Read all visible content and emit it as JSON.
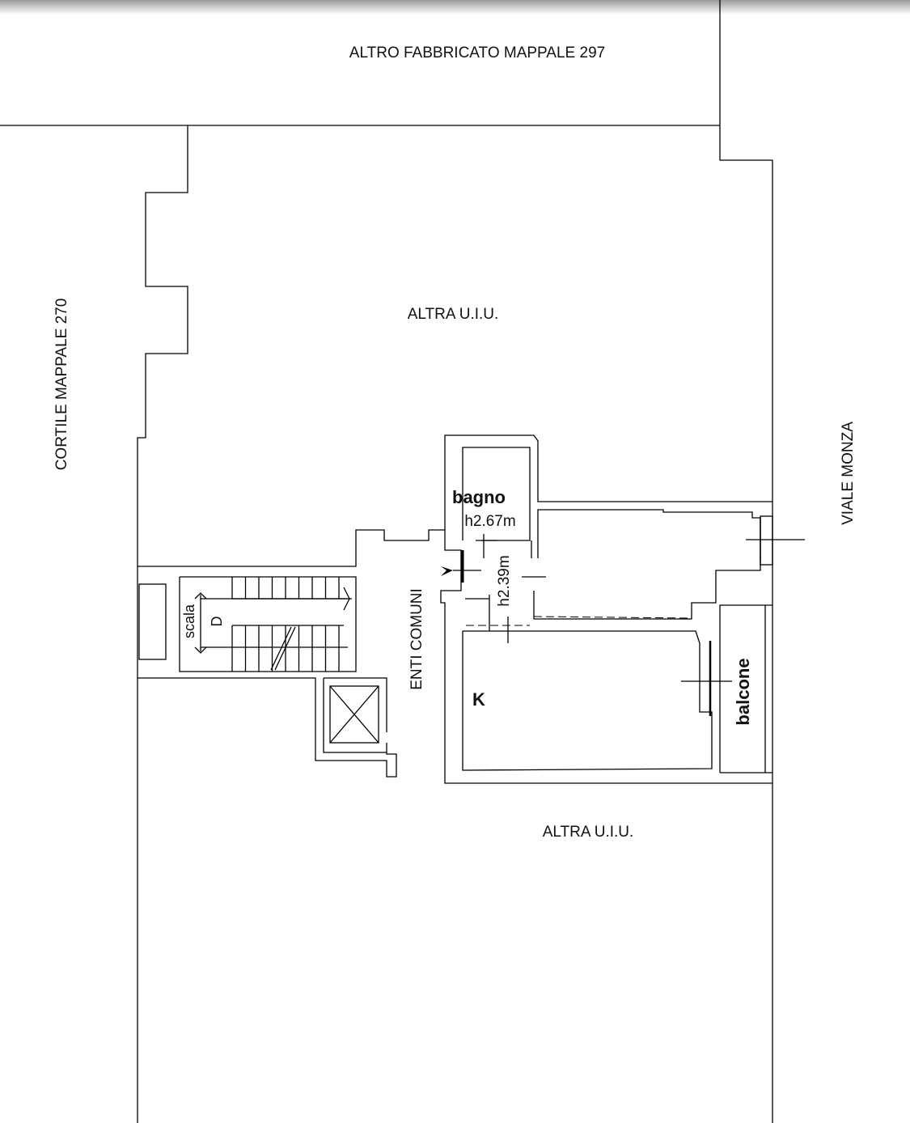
{
  "labels": {
    "top_building": "ALTRO FABBRICATO MAPPALE 297",
    "left_courtyard": "CORTILE MAPPALE 270",
    "right_street": "VIALE MONZA",
    "upper_unit": "ALTRA U.I.U.",
    "lower_unit": "ALTRA U.I.U.",
    "common_areas": "ENTI COMUNI",
    "stair": "scala",
    "stair_letter": "D",
    "bathroom": "bagno",
    "bathroom_height": "h2.67m",
    "hall_height": "h2.39m",
    "kitchen": "K",
    "balcony": "balcone"
  }
}
